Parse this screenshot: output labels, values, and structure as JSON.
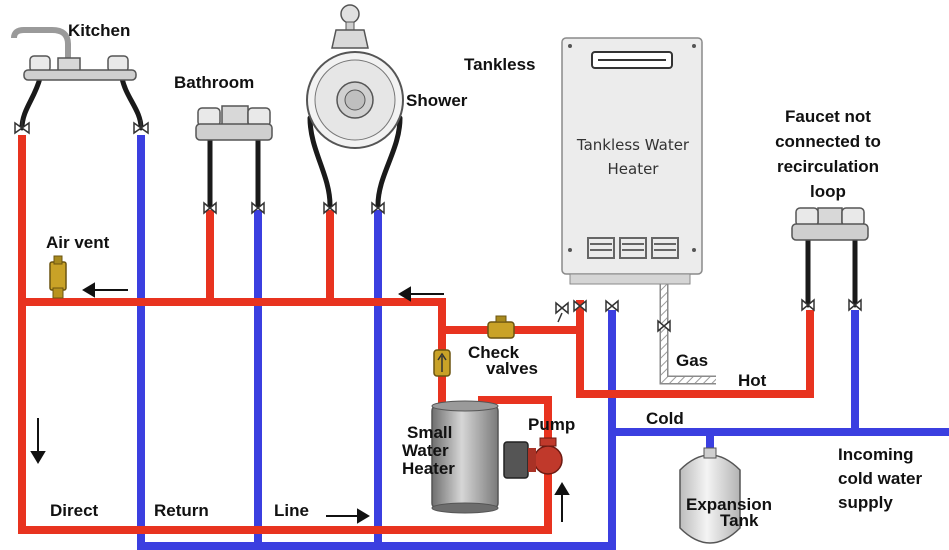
{
  "labels": {
    "kitchen": "Kitchen",
    "bathroom": "Bathroom",
    "shower": "Shower",
    "tankless": "Tankless",
    "tankless_heater_line1": "Tankless Water",
    "tankless_heater_line2": "Heater",
    "faucet_note": [
      "Faucet not",
      "connected to",
      "recirculation",
      "loop"
    ],
    "air_vent": "Air vent",
    "check": "Check",
    "valves": "valves",
    "gas": "Gas",
    "hot": "Hot",
    "cold": "Cold",
    "pump": "Pump",
    "small_water_heater": [
      "Small",
      "Water",
      "Heater"
    ],
    "incoming_cold": [
      "Incoming",
      "cold water",
      "supply"
    ],
    "expansion": "Expansion",
    "tank": "Tank",
    "direct": "Direct",
    "return": "Return",
    "line": "Line"
  },
  "colors": {
    "hot_pipe": "#e8331f",
    "cold_pipe": "#3b3fe0",
    "hose": "#1a1a1a",
    "gas_pipe": "#c9c9c9",
    "heater_body": "#ececec",
    "brass": "#c9a227",
    "pump": "#c0392b"
  },
  "icons": [
    "faucet-icon",
    "shower-head-icon",
    "valve-icon",
    "arrow-icon",
    "air-vent-icon",
    "check-valve-icon",
    "pump-icon",
    "expansion-tank-icon",
    "water-heater-icon"
  ]
}
